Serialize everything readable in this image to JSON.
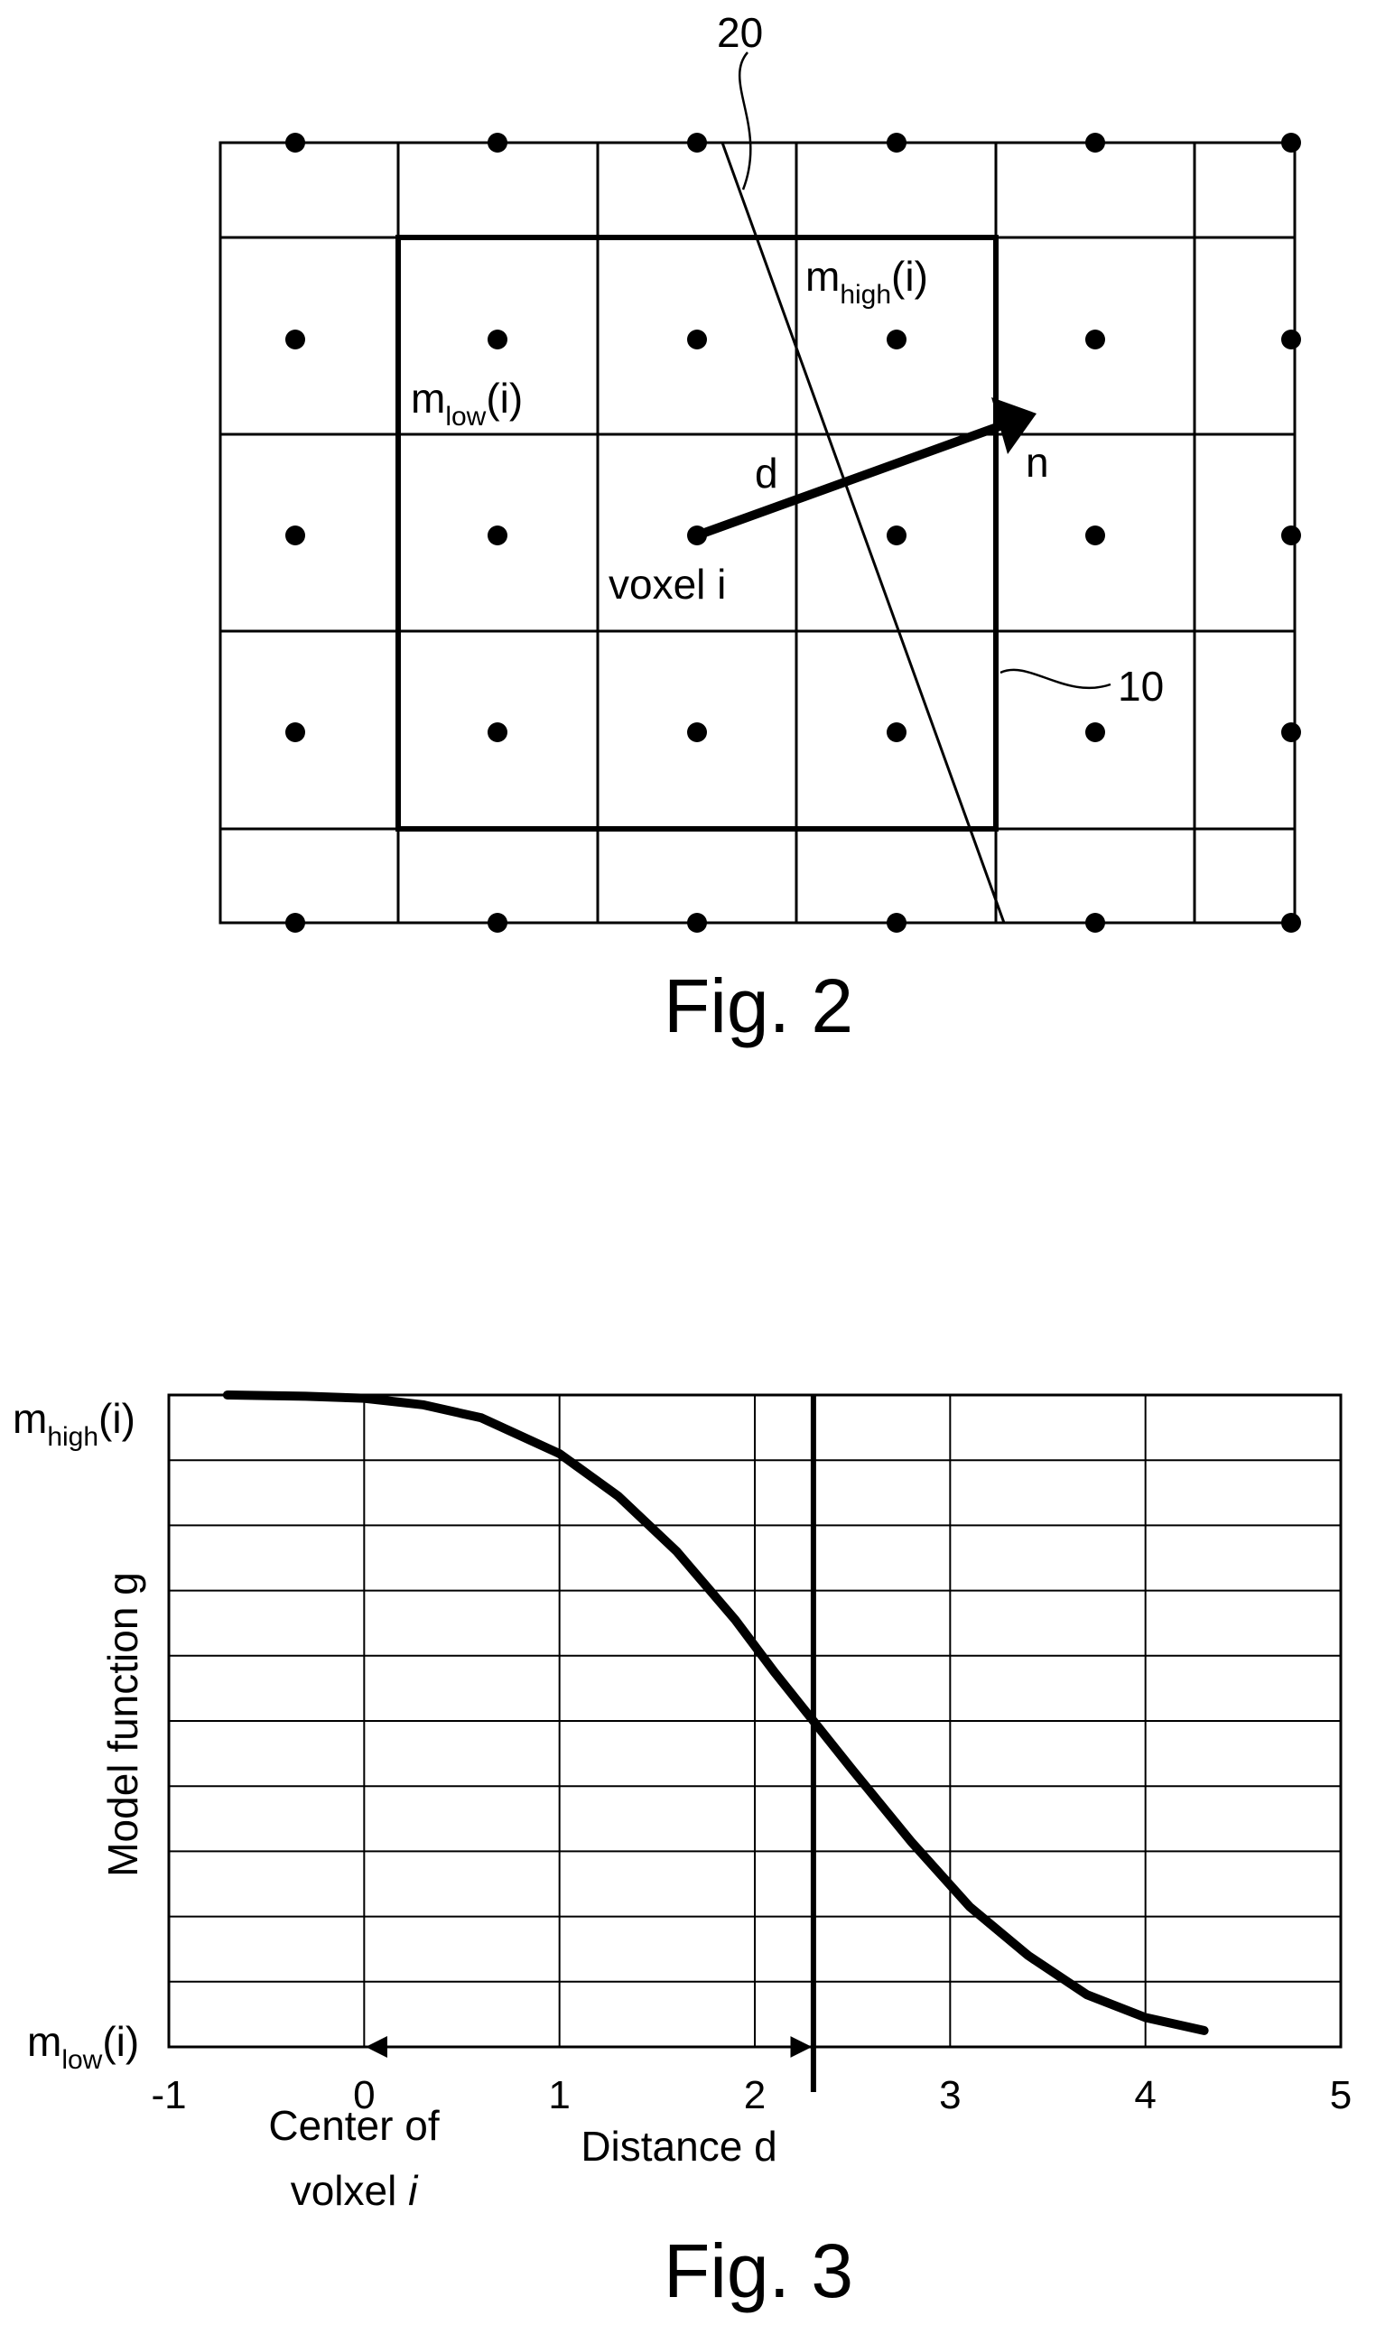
{
  "fig2": {
    "caption": "Fig. 2",
    "labels": {
      "m_high_base": "m",
      "m_high_sub": "high",
      "m_high_tail": "(i)",
      "m_low_base": "m",
      "m_low_sub": "low",
      "m_low_tail": "(i)",
      "d": "d",
      "n": "n",
      "voxel": "voxel i",
      "ref_line": "20",
      "ref_box": "10"
    }
  },
  "fig3": {
    "caption": "Fig. 3",
    "y_top_base": "m",
    "y_top_sub": "high",
    "y_top_tail": "(i)",
    "y_bottom_base": "m",
    "y_bottom_sub": "low",
    "y_bottom_tail": "(i)",
    "ylabel": "Model function g",
    "center_line1": "Center of",
    "center_line2": "volxel ",
    "center_italic": "i",
    "distance_label": "Distance d",
    "chart_data": {
      "type": "line",
      "xlim": [
        -1,
        5
      ],
      "ylim": [
        0,
        1
      ],
      "x_ticks": [
        "-1",
        "0",
        "1",
        "2",
        "3",
        "4",
        "5"
      ],
      "marker_x": 2.3,
      "distance_arrow": [
        0,
        2.3
      ],
      "series": [
        {
          "x": [
            -0.7,
            -0.3,
            0,
            0.3,
            0.6,
            1.0,
            1.3,
            1.6,
            1.9,
            2.1,
            2.3,
            2.5,
            2.8,
            3.1,
            3.4,
            3.7,
            4.0,
            4.3
          ],
          "y": [
            1.0,
            0.998,
            0.995,
            0.985,
            0.965,
            0.91,
            0.845,
            0.76,
            0.655,
            0.575,
            0.5,
            0.425,
            0.315,
            0.215,
            0.14,
            0.08,
            0.045,
            0.025
          ]
        }
      ]
    }
  }
}
